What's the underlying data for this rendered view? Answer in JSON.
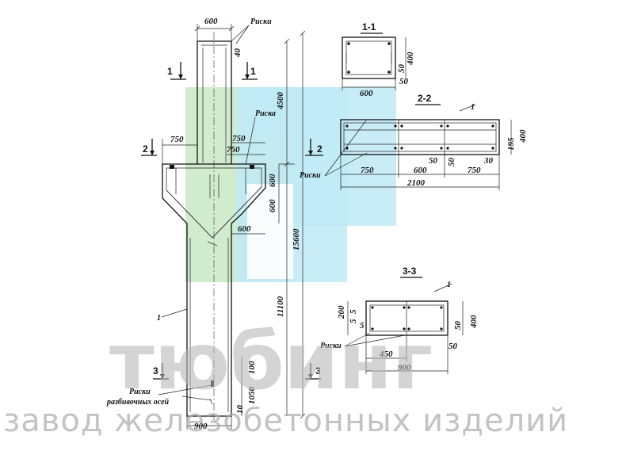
{
  "watermark": {
    "brand": "тюбинг",
    "subtitle": "завод железобетонных изделий",
    "colors": {
      "green": "#c8e8c6",
      "cyan": "#bfeaf6",
      "text": "#b8b8b8"
    }
  },
  "elevation": {
    "dims": {
      "top_width": "600",
      "top_offset": "40",
      "upper_height": "4500",
      "total_height": "15600",
      "lower_height": "11100",
      "console_left": "750",
      "console_right_a": "750",
      "console_right_b": "750",
      "console_h1": "600",
      "console_h2": "600",
      "console_bottom": "600",
      "bottom_width": "900",
      "mark_100": "100",
      "mark_1050": "1050",
      "mark_10": "10"
    },
    "labels": {
      "riski_top": "Риски",
      "riska": "Риска",
      "riski_bottom": "Риски",
      "axes": "разбивочных осей",
      "pos1": "1"
    },
    "cuts": {
      "c1_left": "1",
      "c1_right": "1",
      "c2_left": "2",
      "c2_right": "2",
      "c3_left": "3",
      "c3_right": "3"
    }
  },
  "section_1_1": {
    "title": "1-1",
    "w": "600",
    "h": "400",
    "d50a": "50",
    "d50b": "50"
  },
  "section_2_2": {
    "title": "2-2",
    "h": "400",
    "d195": "195",
    "d50a": "50",
    "d50b": "50",
    "d30": "30",
    "d750a": "750",
    "d600": "600",
    "d750b": "750",
    "total": "2100",
    "riski": "Риски",
    "pos1": "1"
  },
  "section_3_3": {
    "title": "3-3",
    "d200": "200",
    "d5a": "5",
    "d5b": "5",
    "d5c": "5",
    "d50a": "50",
    "h": "400",
    "d50b": "50",
    "d450": "450",
    "w": "900",
    "riski": "Риски",
    "pos1": "1"
  }
}
